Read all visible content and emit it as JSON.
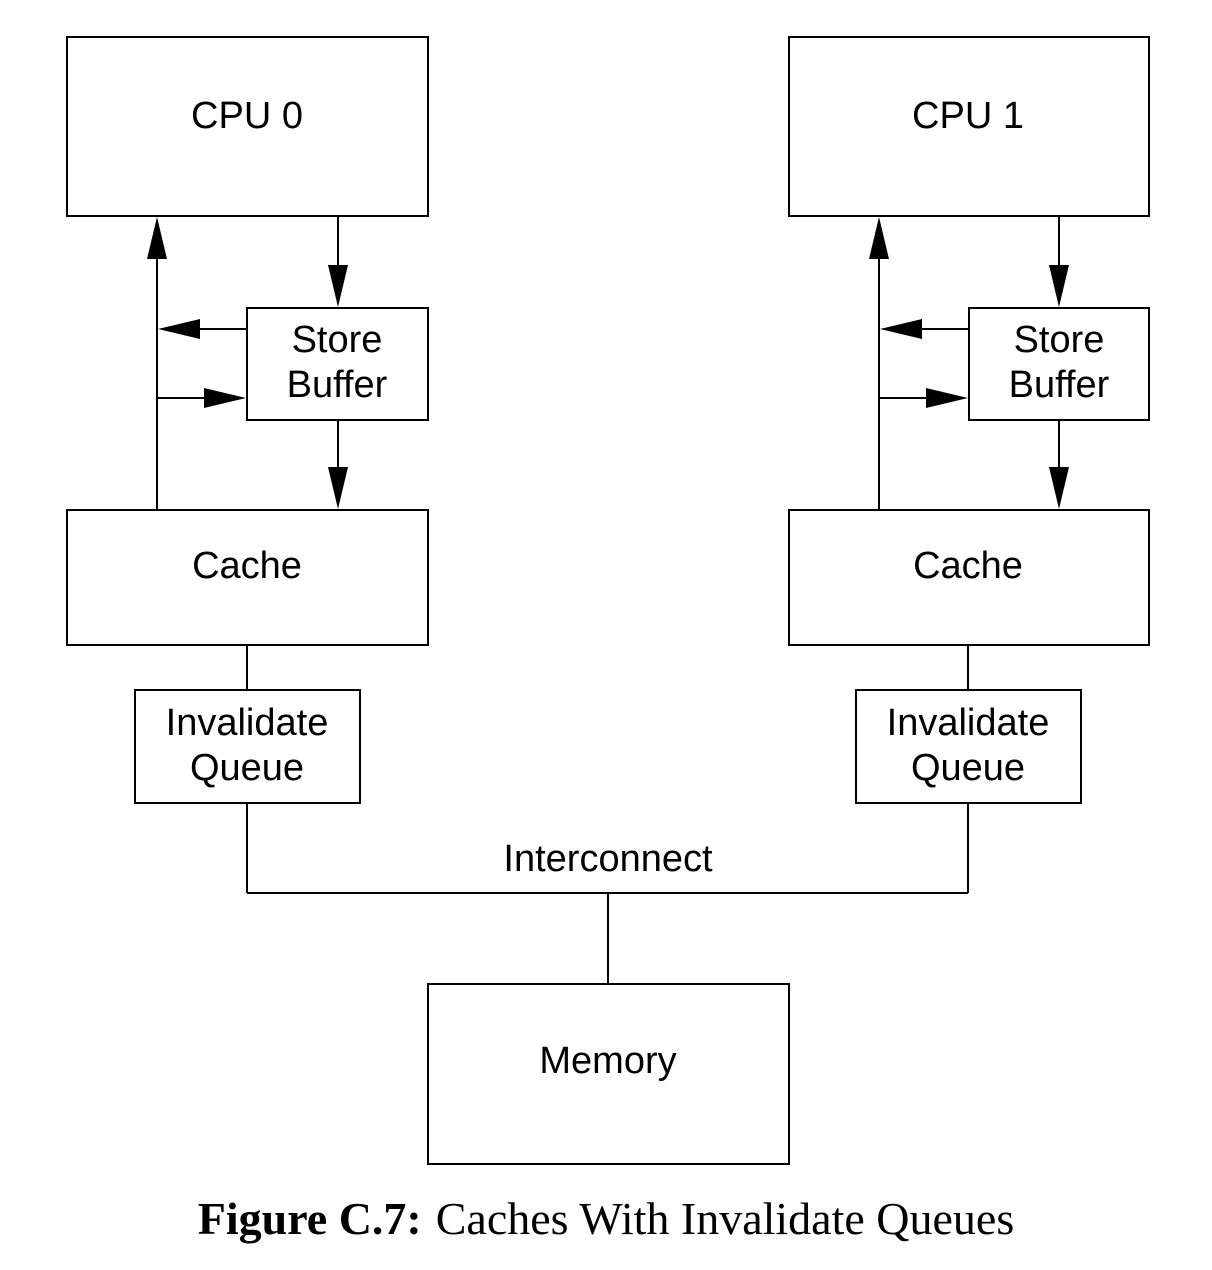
{
  "figure": {
    "caption_label": "Figure C.7:",
    "caption_text": "Caches With Invalidate Queues"
  },
  "diagram": {
    "cpu0": {
      "label": "CPU 0"
    },
    "cpu1": {
      "label": "CPU 1"
    },
    "store_buffer_0": {
      "line1": "Store",
      "line2": "Buffer"
    },
    "store_buffer_1": {
      "line1": "Store",
      "line2": "Buffer"
    },
    "cache_0": {
      "label": "Cache"
    },
    "cache_1": {
      "label": "Cache"
    },
    "invalidate_queue_0": {
      "line1": "Invalidate",
      "line2": "Queue"
    },
    "invalidate_queue_1": {
      "line1": "Invalidate",
      "line2": "Queue"
    },
    "interconnect": {
      "label": "Interconnect"
    },
    "memory": {
      "label": "Memory"
    }
  }
}
